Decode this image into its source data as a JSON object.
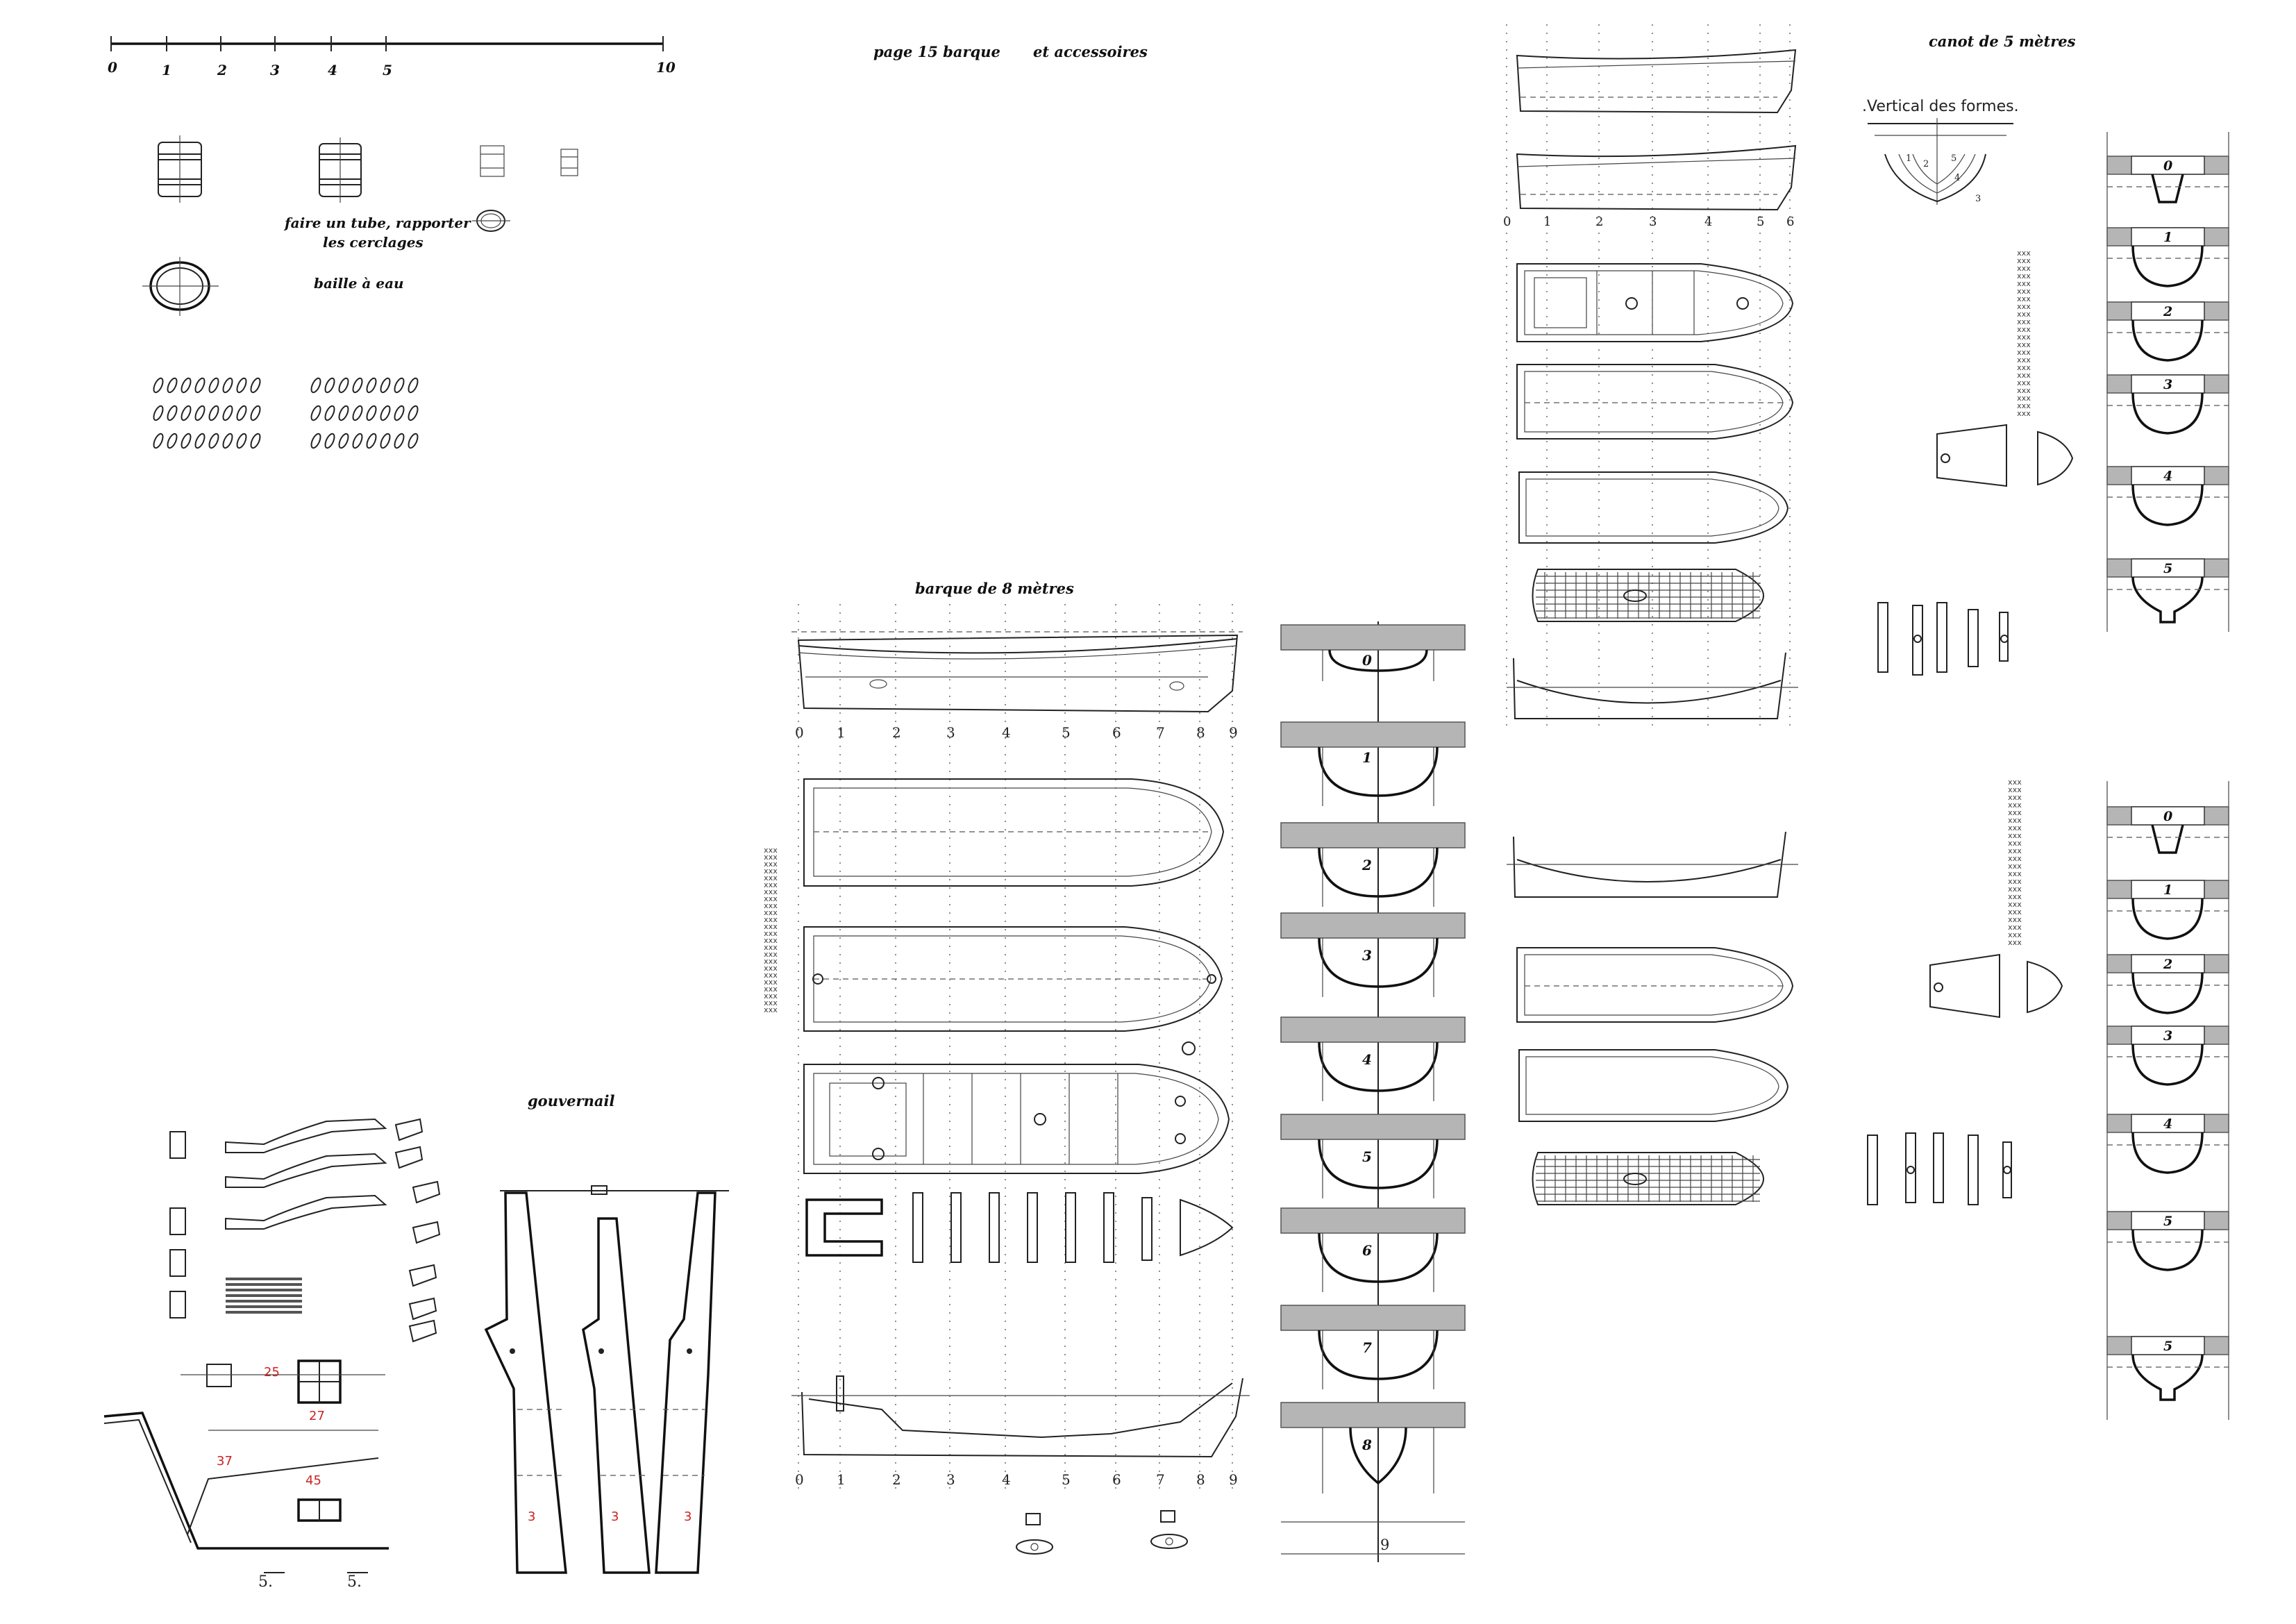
{
  "labels": {
    "page_title": "page 15  barque",
    "accessories": "et accessoires",
    "canot_title": "canot de 5 mètres",
    "vertical_formes": ".Vertical des formes.",
    "tube_line1": "faire un tube, rapporter",
    "tube_line2": "les cerclages",
    "baille": "baille à eau",
    "barque_title": "barque de 8 mètres",
    "gouvernail": "gouvernail"
  },
  "scale_bar": {
    "ticks": [
      "0",
      "1",
      "2",
      "3",
      "4",
      "5",
      "10"
    ]
  },
  "barque_stations": [
    "0",
    "1",
    "2",
    "3",
    "4",
    "5",
    "6",
    "7",
    "8",
    "9"
  ],
  "barque_sections": [
    "0",
    "1",
    "2",
    "3",
    "4",
    "5",
    "6",
    "7",
    "8",
    "9"
  ],
  "canot_stations": [
    "0",
    "1",
    "2",
    "3",
    "4",
    "5",
    "6"
  ],
  "canot_sections_a": [
    "0",
    "1",
    "2",
    "3",
    "4",
    "5"
  ],
  "canot_sections_b": [
    "0",
    "1",
    "2",
    "3",
    "4",
    "5",
    "5"
  ],
  "rudder_marks": [
    "3",
    "3",
    "3"
  ],
  "red_marks": [
    "25",
    "27",
    "37",
    "45"
  ],
  "vertical_formes_numbers": [
    "1",
    "2",
    "3",
    "4",
    "5"
  ],
  "bottom_marks": [
    "5.",
    "5."
  ]
}
